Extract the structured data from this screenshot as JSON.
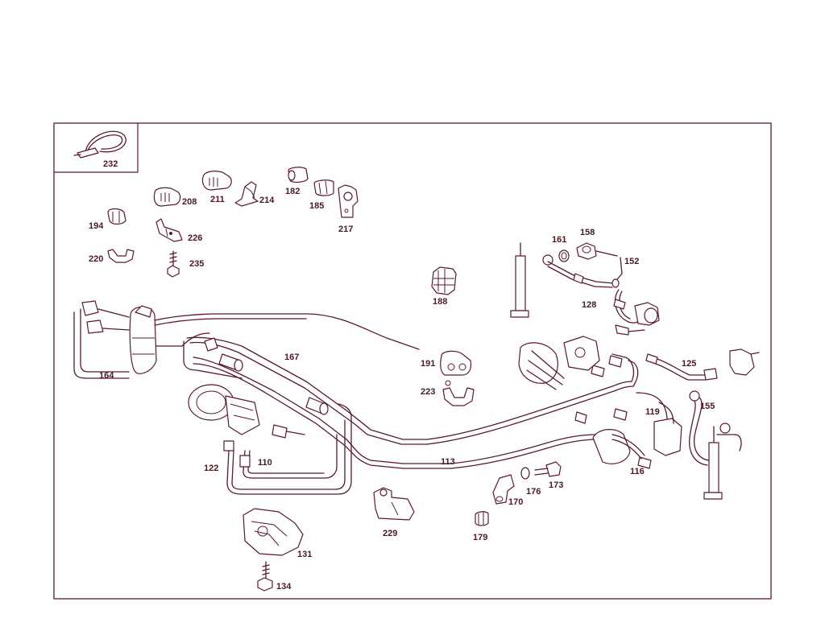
{
  "labels": {
    "p232": "232",
    "p208": "208",
    "p211": "211",
    "p214": "214",
    "p182": "182",
    "p185": "185",
    "p217": "217",
    "p194": "194",
    "p226": "226",
    "p220": "220",
    "p235": "235",
    "p161": "161",
    "p158": "158",
    "p152": "152",
    "p188": "188",
    "p128": "128",
    "p164": "164",
    "p167": "167",
    "p191": "191",
    "p125": "125",
    "p223": "223",
    "p155": "155",
    "p119": "119",
    "p122": "122",
    "p110": "110",
    "p113": "113",
    "p116": "116",
    "p176": "176",
    "p173": "173",
    "p170": "170",
    "p229": "229",
    "p179": "179",
    "p131": "131",
    "p134": "134"
  },
  "colors": {
    "line": "#5a1a28",
    "label": "#4a1a22",
    "background": "#ffffff"
  }
}
